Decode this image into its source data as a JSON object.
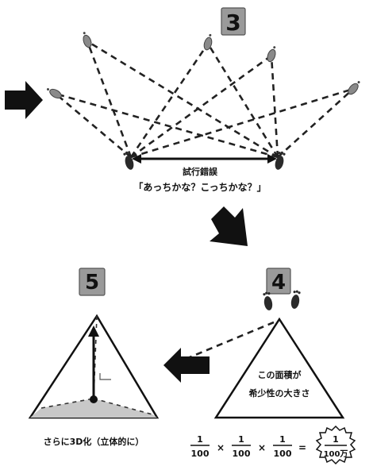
{
  "steps": {
    "step3": "3",
    "step4": "4",
    "step5": "5"
  },
  "trial_error": {
    "line1": "試行錯誤",
    "line2": "「あっちかな？こっちかな？」"
  },
  "triangle_label": {
    "line1": "この面積が",
    "line2": "希少性の大きさ"
  },
  "step5_caption": "さらに3D化（立体的に）",
  "equation": {
    "numerator": "1",
    "denominator": "100",
    "times": "×",
    "equals": "=",
    "result_numerator": "1",
    "result_denominator": "100万"
  },
  "colors": {
    "number_box": "#9a9a9a",
    "pyramid_base": "#c8c8c8",
    "arrow": "#111111"
  },
  "icons": [
    "footprint-icon",
    "arrow-right-icon",
    "arrow-down-right-icon",
    "arrow-left-icon"
  ]
}
